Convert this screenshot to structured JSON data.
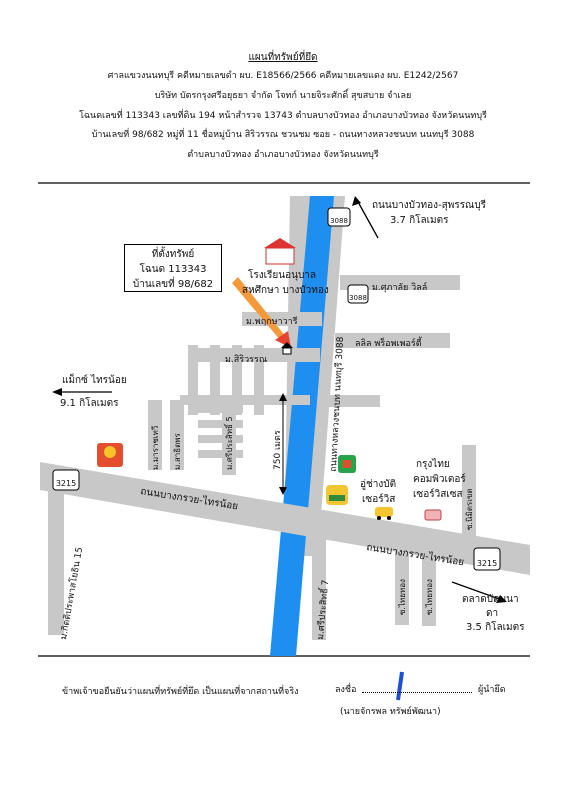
{
  "header": {
    "title": "แผนที่ทรัพย์ที่ยึด",
    "line1": "ศาลแขวงนนทบุรี   คดีหมายเลขดำ ผบ. E18566/2566  คดีหมายเลขแดง ผบ. E1242/2567",
    "line2": "บริษัท บัตรกรุงศรีอยุธยา  จำกัด   โจทก์  นายจิระศักดิ์    สุขสบาย   จำเลย",
    "line3": "โฉนดเลขที่ 113343  เลขที่ดิน 194   หน้าสำรวจ 13743  ตำบลบางบัวทอง  อำเภอบางบัวทอง   จังหวัดนนทบุรี",
    "line4": "บ้านเลขที่ 98/682   หมู่ที่ 11 ชื่อหมู่บ้าน สิริวรรณ ชวนชม ซอย -  ถนนทางหลวงชนบท นนทบุรี 3088",
    "line5": "ตำบลบางบัวทอง  อำเภอบางบัวทอง  จังหวัดนนทบุรี"
  },
  "property_box": {
    "title": "ที่ตั้งทรัพย์",
    "deed": "โฉนด 113343",
    "house": "บ้านเลขที่ 98/682"
  },
  "map": {
    "main_road": "ถนนทางหลวงชนบท นนทบุรี 3088",
    "cross_road_west": "ถนนบางกรวย-ไทรน้อย",
    "cross_road_east": "ถนนบางกรวย-ไทรน้อย",
    "to_suphan": "ถนนบางบัวทอง-สุพรรณบุรี",
    "to_suphan_dist": "3.7 กิโลเมตร",
    "to_makro": "แม็กซ์ ไทรน้อย",
    "to_makro_dist": "9.1 กิโลเมตร",
    "to_market": "ตลาดบัดมนา",
    "to_market_sub": "ดา",
    "to_market_dist": "3.5 กิโลเมตร",
    "school": "โรงเรียนอนุบาล",
    "school2": "สหศึกษา บางบัวทอง",
    "distance": "750 เมตร",
    "road_3088_top": "3088",
    "road_3088_mid": "3088",
    "road_3215_left": "3215",
    "road_3215_right": "3215",
    "soi_pruksa": "ม.พฤกษาวารี",
    "soi_siriwan": "ม.สิริวรรณ",
    "soi_sakaralai": "ม.ศุภาลัย วิลล์",
    "soi_lalin": "ลลิล พร็อพเพอร์ตี้",
    "krungthai": "กรุงไทย",
    "computer": "คอมพิวเตอร์",
    "service": "เซอร์วิสเซส",
    "garage": "อู่ช่างบัติ",
    "garage2": "เซอร์วิส",
    "soi_left1": "ม.มาราชเทวี",
    "soi_left2": "ม.สาธิตพร",
    "soi_left3": "ม.ศรีประสิทธิ์ 5",
    "soi_bottom_left": "ม.กิตติประพาสโยธิน 15",
    "soi_bottom_mid": "ม.ศรีประสิทธิ์ 7",
    "soi_bottom_r1": "ซ.ไทยทอง",
    "soi_bottom_r2": "ซ.ไทยทอง",
    "soi_right_far": "ซ.นิมิตรเขต"
  },
  "footer": {
    "note": "ข้าพเจ้าขอยืนยันว่าแผนที่ทรัพย์ที่ยึด เป็นแผนที่จากสถานที่จริง",
    "sign": "ลงชื่อ",
    "role": "ผู้นำยึด",
    "name": "(นายจักรพล   ทรัพย์พัฒนา)"
  },
  "colors": {
    "main_road": "#1e8ff0",
    "road": "#c8c8c8",
    "arrow": "#e8432f"
  }
}
